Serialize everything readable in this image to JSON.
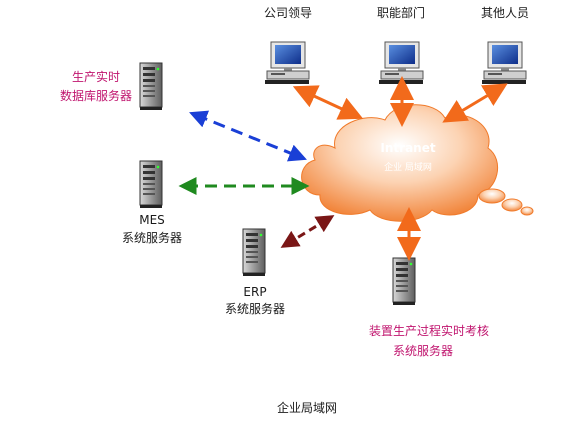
{
  "clients": [
    {
      "label": "公司领导"
    },
    {
      "label": "职能部门"
    },
    {
      "label": "其他人员"
    }
  ],
  "network": {
    "name": "Intranet",
    "subtitle": "企业 局域网"
  },
  "servers": {
    "realtime_db": {
      "line1": "生产实时",
      "line2": "数据库服务器"
    },
    "mes": {
      "line1": "MES",
      "line2": "系统服务器"
    },
    "erp": {
      "line1": "ERP",
      "line2": "系统服务器"
    },
    "assessment": {
      "line1": "装置生产过程实时考核",
      "line2": "系统服务器"
    }
  },
  "caption": "企业局域网",
  "colors": {
    "cloud_orange": "#f07a2a",
    "arrow_orange": "#f26a1b",
    "arrow_blue": "#1a3fd6",
    "arrow_green": "#1f8a1f",
    "arrow_darkred": "#7a1616",
    "label_magenta": "#c0146e",
    "network_text": "#ffffff"
  }
}
